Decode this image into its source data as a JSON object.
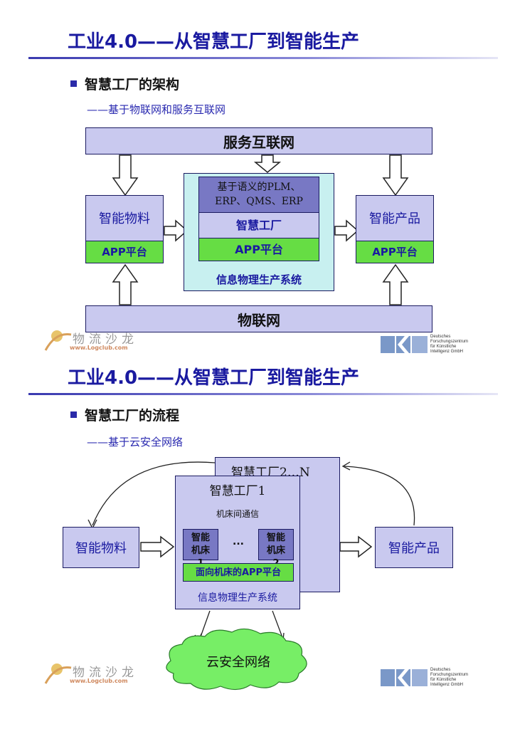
{
  "slide1": {
    "title": "工业4.0——从智慧工厂到智能生产",
    "heading": "智慧工厂的架构",
    "subheading": "——基于物联网和服务互联网",
    "top_bar": "服务互联网",
    "bottom_bar": "物联网",
    "left_box": {
      "label": "智能物料",
      "platform": "APP平台"
    },
    "right_box": {
      "label": "智能产品",
      "platform": "APP平台"
    },
    "center": {
      "semantic_line1": "基于语义的PLM、",
      "semantic_line2": "ERP、QMS、ERP",
      "factory": "智慧工厂",
      "platform": "APP平台",
      "caption": "信息物理生产系统"
    }
  },
  "slide2": {
    "title": "工业4.0——从智慧工厂到智能生产",
    "heading": "智慧工厂的流程",
    "subheading": "——基于云安全网络",
    "factory_n": "智慧工厂2…N",
    "factory_1": "智慧工厂1",
    "comm_label": "机床间通信",
    "machine1": "智能机床1",
    "machine2": "智能机床2",
    "ellipsis": "...",
    "platform": "面向机床的APP平台",
    "caption": "信息物理生产系统",
    "left_box": "智能物料",
    "right_box": "智能产品",
    "cloud": "云安全网络"
  },
  "footer": {
    "watermark": "物流沙龙",
    "url": "www.Logclub.com",
    "dfki_lines": [
      "Deutsches",
      "Forschungszentrum",
      "für Künstliche",
      "Intelligenz GmbH"
    ]
  },
  "colors": {
    "title_blue": "#1a1aa0",
    "lavender": "#c9c9ef",
    "deep_purple": "#7878c4",
    "green": "#66dd44",
    "cyan": "#c8f0f0"
  }
}
